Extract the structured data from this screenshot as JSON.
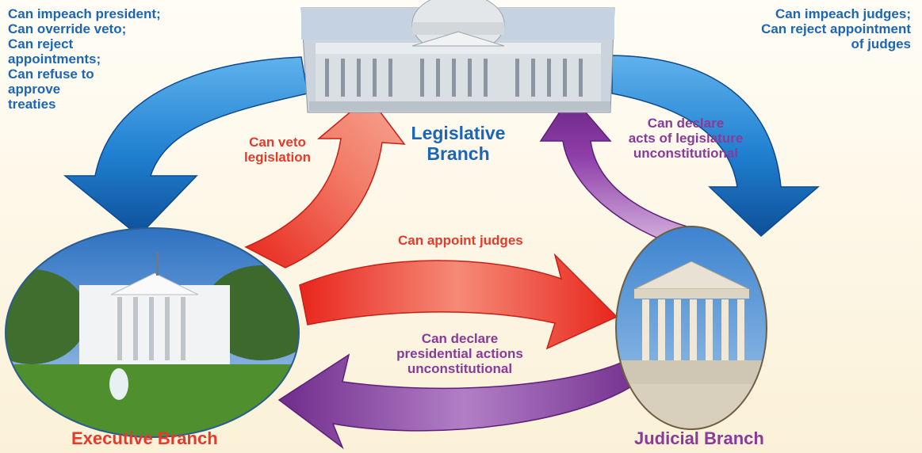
{
  "branches": {
    "legislative": "Legislative\nBranch",
    "executive": "Executive Branch",
    "judicial": "Judicial Branch"
  },
  "checks": {
    "legislative_on_executive": "Can impeach president;\nCan override veto;\nCan reject\nappointments;\nCan refuse to\napprove\ntreaties",
    "legislative_on_judicial": "Can impeach judges;\nCan reject appointment\nof judges",
    "executive_on_legislative": "Can veto\nlegislation",
    "executive_on_judicial": "Can appoint judges",
    "judicial_on_legislative": "Can declare\nacts of legislature\nunconstitutional",
    "judicial_on_executive": "Can declare\npresidential actions\nunconstitutional"
  },
  "colors": {
    "legislative": "#1c66b3",
    "executive": "#e63a2b",
    "judicial": "#8a3a99",
    "background": "#fdf6e3"
  }
}
